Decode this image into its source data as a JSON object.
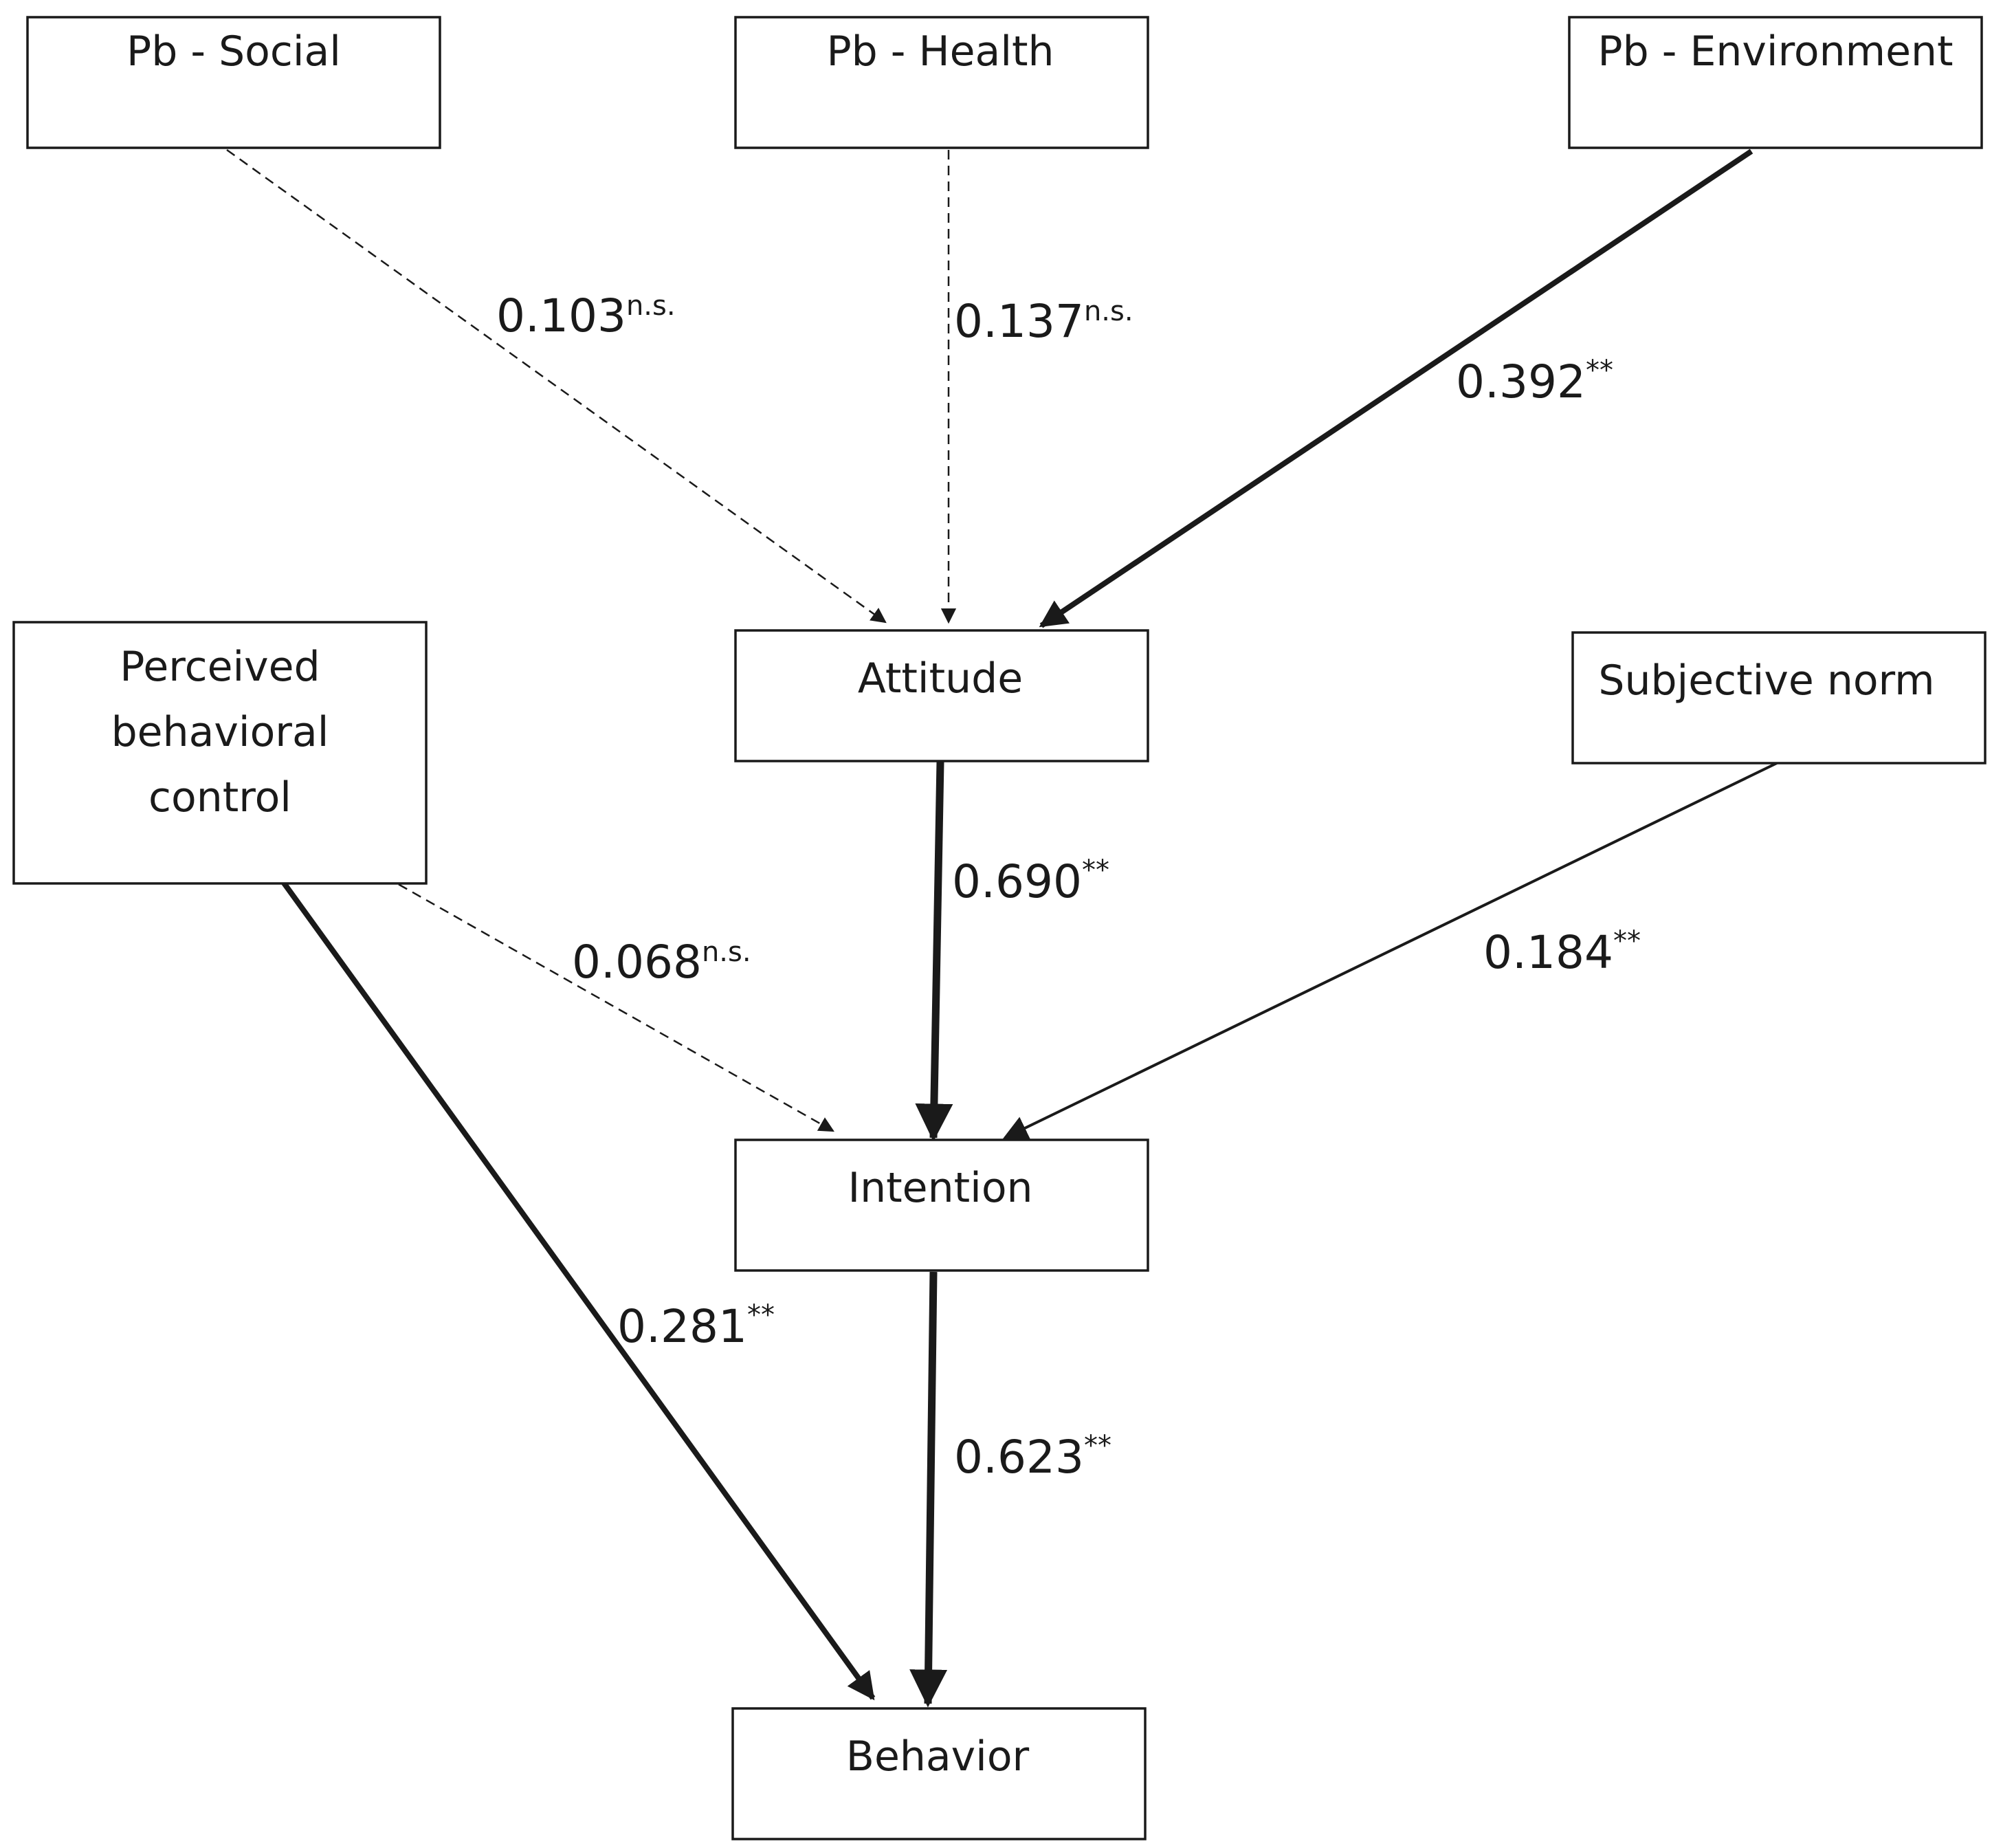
{
  "nodes": {
    "pb_social": {
      "label": "Pb - Social"
    },
    "pb_health": {
      "label": "Pb - Health"
    },
    "pb_environment": {
      "label": "Pb - Environment"
    },
    "pbc": {
      "label_lines": [
        "Perceived",
        "behavioral",
        "control"
      ]
    },
    "attitude": {
      "label": "Attitude"
    },
    "subjective_norm": {
      "label": "Subjective norm"
    },
    "intention": {
      "label": "Intention"
    },
    "behavior": {
      "label": "Behavior"
    }
  },
  "paths": [
    {
      "from": "Pb - Social",
      "to": "Attitude",
      "coefficient": "0.103",
      "significance": "n.s.",
      "style": "dashed"
    },
    {
      "from": "Pb - Health",
      "to": "Attitude",
      "coefficient": "0.137",
      "significance": "n.s.",
      "style": "dashed"
    },
    {
      "from": "Pb - Environment",
      "to": "Attitude",
      "coefficient": "0.392",
      "significance": "**",
      "style": "thick"
    },
    {
      "from": "Attitude",
      "to": "Intention",
      "coefficient": "0.690",
      "significance": "**",
      "style": "thick"
    },
    {
      "from": "Subjective norm",
      "to": "Intention",
      "coefficient": "0.184",
      "significance": "**",
      "style": "solid"
    },
    {
      "from": "Perceived behavioral control",
      "to": "Intention",
      "coefficient": "0.068",
      "significance": "n.s.",
      "style": "dashed"
    },
    {
      "from": "Perceived behavioral control",
      "to": "Behavior",
      "coefficient": "0.281",
      "significance": "**",
      "style": "thick"
    },
    {
      "from": "Intention",
      "to": "Behavior",
      "coefficient": "0.623",
      "significance": "**",
      "style": "thick"
    }
  ],
  "colors": {
    "ink": "#1a1a1a",
    "background": "#ffffff"
  }
}
